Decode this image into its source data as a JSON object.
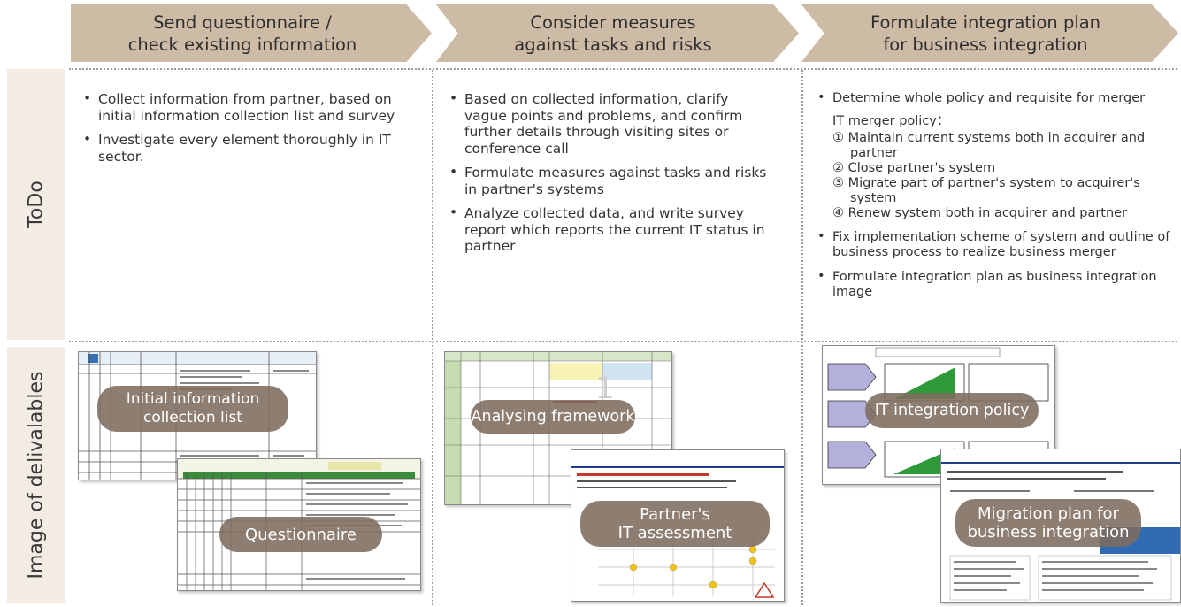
{
  "phases": [
    {
      "title": "Send questionnaire /\ncheck existing information"
    },
    {
      "title": "Consider measures\nagainst tasks and risks"
    },
    {
      "title": "Formulate integration plan\nfor business integration"
    }
  ],
  "rows": {
    "todo_label": "ToDo",
    "deliverables_label": "Image of delivalables"
  },
  "todo": {
    "col1": [
      "Collect information from partner, based on initial information collection list and survey",
      "Investigate every element thoroughly in IT sector."
    ],
    "col2": [
      "Based on collected information, clarify vague points and problems, and confirm further details through visiting sites or conference call",
      "Formulate measures against tasks and risks in partner's systems",
      "Analyze collected data, and write survey report which reports the current IT status in partner"
    ],
    "col3": {
      "first": "Determine whole policy and requisite for merger",
      "policy_title": "IT merger policy：",
      "policy_items": [
        "① Maintain current systems both in acquirer and partner",
        "② Close partner's system",
        "③ Migrate part of partner's system to acquirer's system",
        "④ Renew system both in acquirer and partner"
      ],
      "rest": [
        "Fix implementation scheme of system and outline of business process to realize business merger",
        "Formulate integration plan as business integration image"
      ]
    }
  },
  "deliverables": {
    "d1": "Initial information\ncollection list",
    "d2": "Questionnaire",
    "d3": "Analysing framework",
    "d4": "Partner's\nIT assessment",
    "d5": "IT integration policy",
    "d6": "Migration plan for\nbusiness integration"
  },
  "colors": {
    "chevron": "#cdbba6",
    "side": "#f2ece4",
    "pill": "#7e6c5f"
  }
}
